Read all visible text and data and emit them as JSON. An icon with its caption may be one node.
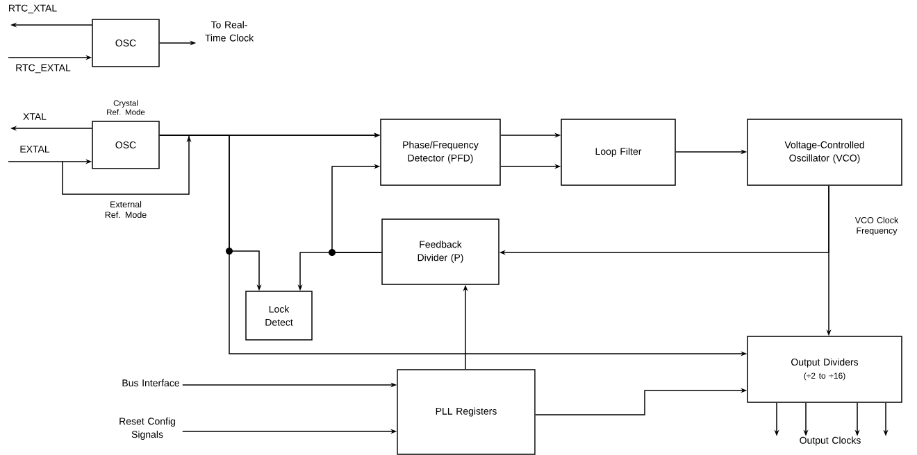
{
  "diagram": {
    "nodes": [
      {
        "text": [
          "OSC"
        ]
      },
      {
        "text": [
          "To Real-Time Clock"
        ]
      },
      {
        "text": [
          "OSC"
        ],
        "beside": [
          "Crystal Ref. Mode"
        ]
      },
      {
        "text": [
          "Phase/Frequency Detector (PFD)"
        ]
      },
      {
        "text": [
          "Loop Filter"
        ]
      },
      {
        "text": [
          "Voltage-Controlled Oscillator (VCO)"
        ]
      },
      {
        "text": [
          "Feedback Divider (P)"
        ]
      },
      {
        "text": [
          "Lock Detect"
        ]
      },
      {
        "text": [
          "Output Dividers",
          "(÷2 to ÷16)"
        ]
      },
      {
        "text": [
          "PLL Registers"
        ]
      },
      {
        "text": [
          "Bus Interface"
        ]
      },
      {
        "text": [
          "Reset Config Signals"
        ]
      },
      {
        "text": [
          "Output Clocks"
        ]
      }
    ],
    "edges": [
      {
        "from": 0,
        "to": null,
        "arrow": "to",
        "label": "RTC_XTAL"
      },
      {
        "from": null,
        "to": 0,
        "arrow": "to",
        "label": "RTC_EXTAL"
      },
      {
        "from": 0,
        "to": 1,
        "arrow": "to"
      },
      {
        "from": 2,
        "to": null,
        "arrow": "to",
        "label": "XTAL"
      },
      {
        "from": null,
        "to": 2,
        "arrow": "to",
        "label": "EXTAL"
      },
      {
        "from": null,
        "to": 3,
        "arrow": "to",
        "label": "External Ref. Mode"
      },
      {
        "from": 2,
        "to": 3,
        "arrow": "to"
      },
      {
        "from": 2,
        "to": 7,
        "arrow": "to"
      },
      {
        "from": 2,
        "to": 8,
        "arrow": "to"
      },
      {
        "from": 3,
        "to": 4,
        "arrow": "to"
      },
      {
        "from": 3,
        "to": 4,
        "arrow": "to"
      },
      {
        "from": 4,
        "to": 5,
        "arrow": "to"
      },
      {
        "from": 5,
        "to": 6,
        "arrow": "to"
      },
      {
        "from": 5,
        "to": 8,
        "arrow": "to",
        "label": "VCO Clock Frequency"
      },
      {
        "from": 6,
        "to": 3,
        "arrow": "to"
      },
      {
        "from": 6,
        "to": 7,
        "arrow": "to"
      },
      {
        "from": 9,
        "to": 6,
        "arrow": "to"
      },
      {
        "from": 9,
        "to": 8,
        "arrow": "to"
      },
      {
        "from": 10,
        "to": 9,
        "arrow": "to"
      },
      {
        "from": 11,
        "to": 9,
        "arrow": "to"
      },
      {
        "from": 8,
        "to": 12,
        "arrow": "to"
      },
      {
        "from": 8,
        "to": 12,
        "arrow": "to"
      },
      {
        "from": 8,
        "to": 12,
        "arrow": "to"
      },
      {
        "from": 8,
        "to": 12,
        "arrow": "to"
      }
    ]
  }
}
